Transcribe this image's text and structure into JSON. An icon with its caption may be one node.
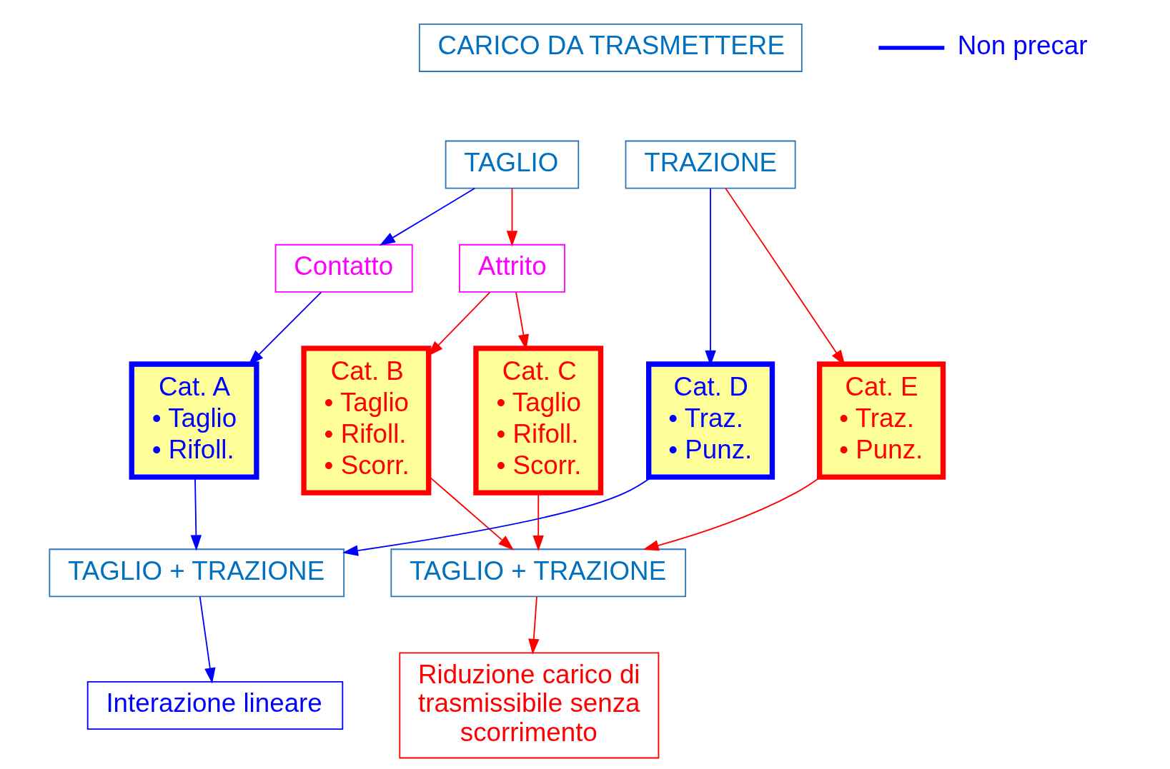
{
  "diagram": {
    "nodes": [
      {
        "text": [
          "CARICO DA TRASMETTERE"
        ]
      },
      {
        "text": [
          "TAGLIO"
        ]
      },
      {
        "text": [
          "TRAZIONE"
        ]
      },
      {
        "text": [
          "Contatto"
        ]
      },
      {
        "text": [
          "Attrito"
        ]
      },
      {
        "text": [
          "Cat. A",
          "• Taglio",
          "• Rifoll."
        ]
      },
      {
        "text": [
          "Cat. B",
          "• Taglio",
          "• Rifoll.",
          "• Scorr."
        ]
      },
      {
        "text": [
          "Cat. C",
          "• Taglio",
          "• Rifoll.",
          "• Scorr."
        ]
      },
      {
        "text": [
          "Cat. D",
          "• Traz.",
          "• Punz."
        ]
      },
      {
        "text": [
          "Cat. E",
          "• Traz.",
          "• Punz."
        ]
      },
      {
        "text": [
          "TAGLIO + TRAZIONE"
        ]
      },
      {
        "text": [
          "TAGLIO + TRAZIONE"
        ]
      },
      {
        "text": [
          "Interazione lineare"
        ]
      },
      {
        "text": [
          "Riduzione carico di trasmissibile senza scorrimento"
        ]
      }
    ],
    "edges": [
      {
        "from": 1,
        "to": 3,
        "arrow": "to",
        "color": "#0000ff"
      },
      {
        "from": 1,
        "to": 4,
        "arrow": "to",
        "color": "#ff0000"
      },
      {
        "from": 2,
        "to": 8,
        "arrow": "to",
        "color": "#0000ff"
      },
      {
        "from": 2,
        "to": 9,
        "arrow": "to",
        "color": "#ff0000"
      },
      {
        "from": 3,
        "to": 5,
        "arrow": "to",
        "color": "#0000ff"
      },
      {
        "from": 4,
        "to": 6,
        "arrow": "to",
        "color": "#ff0000"
      },
      {
        "from": 4,
        "to": 7,
        "arrow": "to",
        "color": "#ff0000"
      },
      {
        "from": 5,
        "to": 10,
        "arrow": "to",
        "color": "#0000ff"
      },
      {
        "from": 8,
        "to": 10,
        "arrow": "to",
        "color": "#0000ff"
      },
      {
        "from": 6,
        "to": 11,
        "arrow": "to",
        "color": "#ff0000"
      },
      {
        "from": 7,
        "to": 11,
        "arrow": "to",
        "color": "#ff0000"
      },
      {
        "from": 9,
        "to": 11,
        "arrow": "to",
        "color": "#ff0000"
      },
      {
        "from": 10,
        "to": 12,
        "arrow": "to",
        "color": "#0000ff"
      },
      {
        "from": 11,
        "to": 13,
        "arrow": "to",
        "color": "#ff0000"
      }
    ],
    "legend": [
      {
        "text": "Non precar"
      }
    ]
  }
}
